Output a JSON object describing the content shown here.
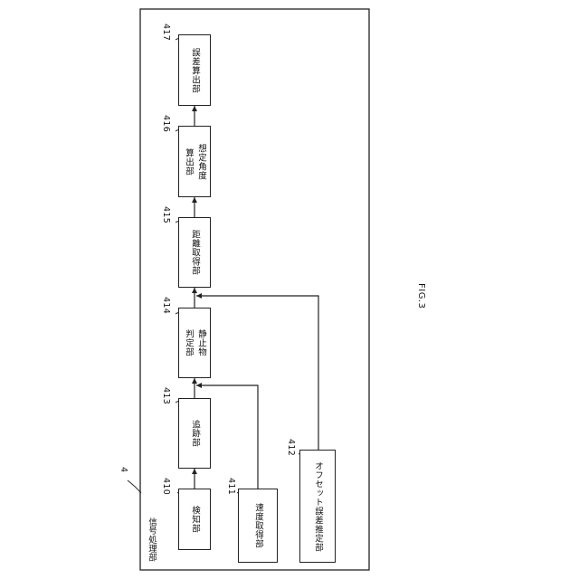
{
  "system": {
    "ref": "4",
    "title": "信号処理部"
  },
  "blocks": [
    {
      "ref": "410",
      "label": "検知部"
    },
    {
      "ref": "411",
      "label": "速度取得部"
    },
    {
      "ref": "412",
      "label": "オフセット誤差推定部"
    },
    {
      "ref": "413",
      "label": "追跡部"
    },
    {
      "ref": "414",
      "label_lines": [
        "静止物",
        "判定部"
      ]
    },
    {
      "ref": "415",
      "label": "距離取得部"
    },
    {
      "ref": "416",
      "label_lines": [
        "想定角度",
        "算出部"
      ]
    },
    {
      "ref": "417",
      "label": "誤差算出部"
    }
  ],
  "figure_label": "FIG.3"
}
